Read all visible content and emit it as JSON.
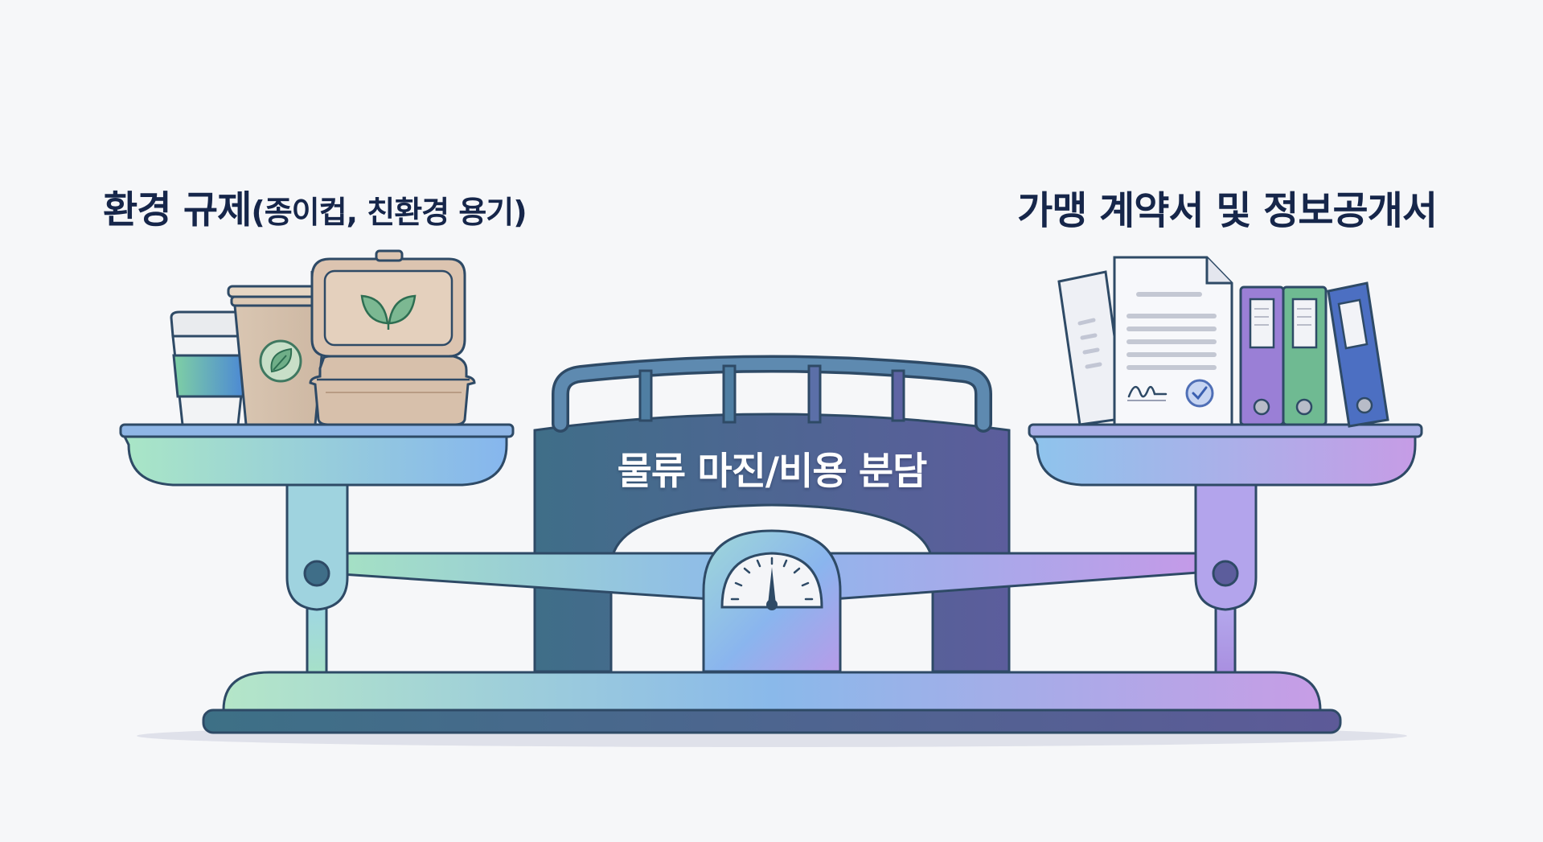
{
  "left_label": {
    "main": "환경 규제",
    "sub": "(종이컵, 친환경 용기)"
  },
  "right_label": "가맹 계약서 및 정보공개서",
  "center_label": "물류 마진/비용 분담",
  "colors": {
    "title_text": "#16264a",
    "outline": "#2e4a66",
    "gradient_left": "#a6e3c2",
    "gradient_mid": "#8cb8ec",
    "gradient_right": "#c49ae8",
    "pillar_left": "#3f6e88",
    "pillar_right": "#5a5d98",
    "background": "#f6f7f9"
  },
  "icons": {
    "left_pan": [
      "coffee-cup-icon",
      "paper-cup-icon",
      "food-container-icon",
      "leaf-icon"
    ],
    "right_pan": [
      "contract-document-icon",
      "signature-icon",
      "seal-check-icon",
      "binder-icon"
    ],
    "center": [
      "gauge-icon"
    ]
  }
}
